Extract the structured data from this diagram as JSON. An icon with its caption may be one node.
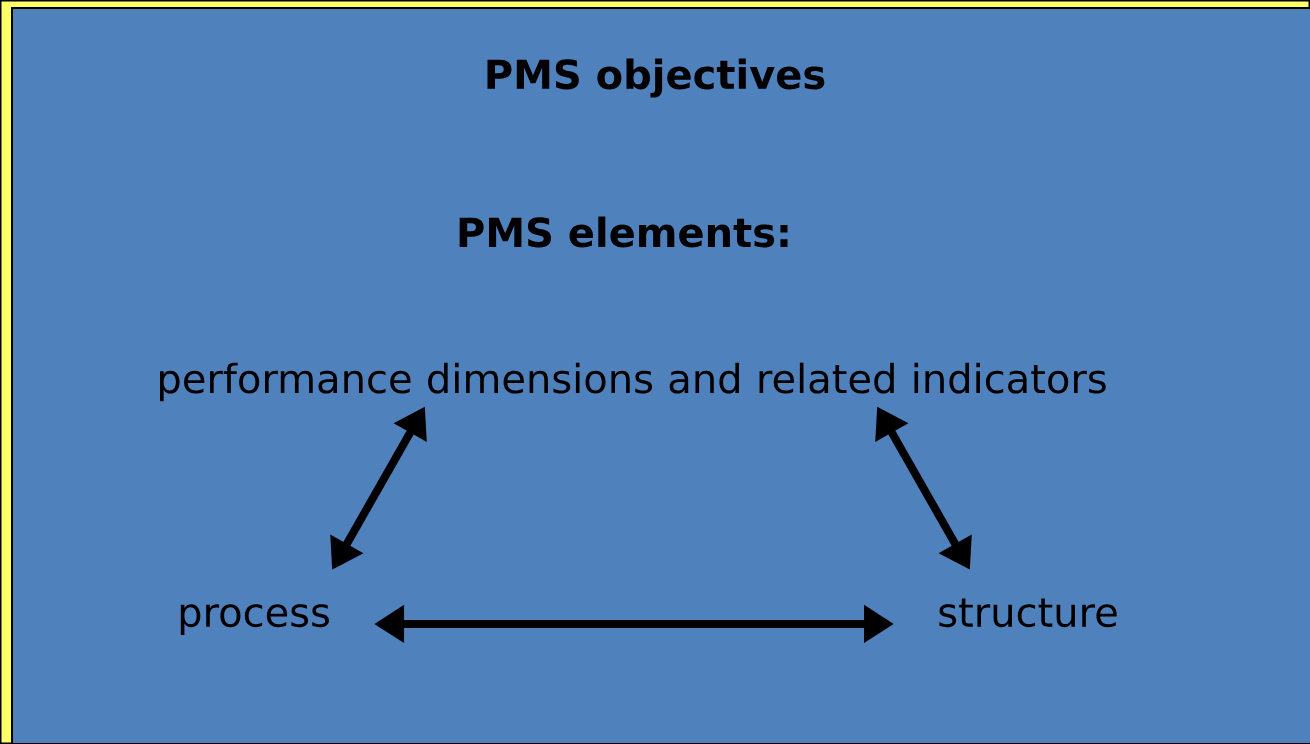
{
  "diagram": {
    "title": "PMS objectives",
    "nodes": [
      {
        "text": [
          "performance dimensions and related indicators"
        ]
      },
      {
        "text": [
          "process"
        ]
      },
      {
        "text": [
          "structure"
        ]
      }
    ],
    "edges": [
      {
        "from": 0,
        "to": 1,
        "arrow": "both"
      },
      {
        "from": 0,
        "to": 2,
        "arrow": "both"
      },
      {
        "from": 1,
        "to": 2,
        "arrow": "both"
      }
    ],
    "labels": [
      "PMS elements:"
    ]
  }
}
